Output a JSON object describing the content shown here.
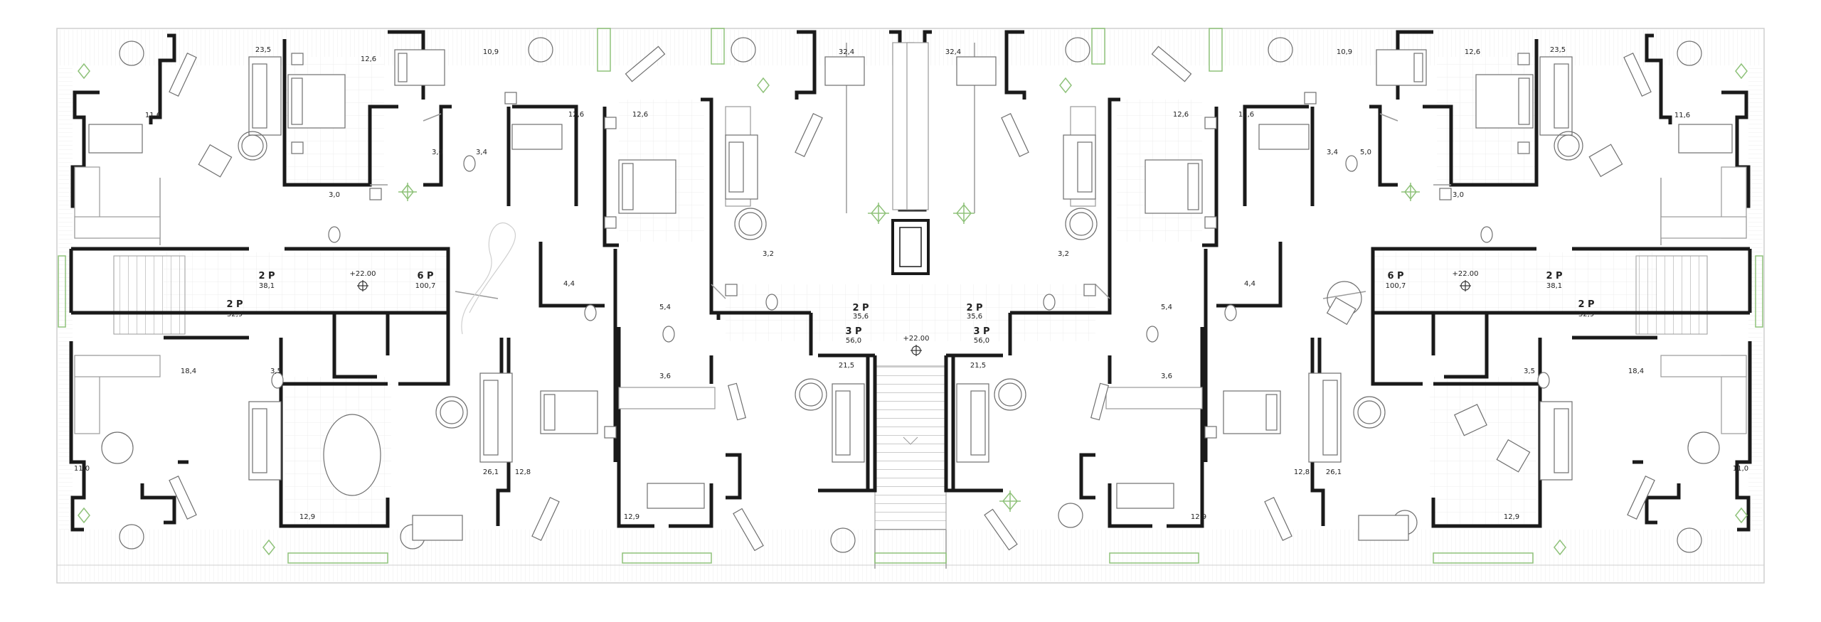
{
  "colors": {
    "wall": "#1a1a1a",
    "thin": "#9a9a9a",
    "light": "#cfcfcf",
    "plant": "#8fc27a",
    "tile": "#e6e6e6",
    "paper": "#ffffff"
  },
  "icons": [
    "bed-icon",
    "sofa-icon",
    "round-table-icon",
    "armchair-icon",
    "dining-table-icon",
    "toilet-icon",
    "sink-icon",
    "stair-icon",
    "tree-icon",
    "elevator-icon",
    "level-marker-icon"
  ],
  "units": [
    {
      "label": "2 P",
      "area": "38,1"
    },
    {
      "label": "2 P",
      "area": "32,9"
    },
    {
      "label": "6 P",
      "area": "100,7"
    },
    {
      "label": "2 P",
      "area": "35,6"
    },
    {
      "label": "3 P",
      "area": "56,0"
    },
    {
      "label": "2 P",
      "area": "35,6"
    },
    {
      "label": "3 P",
      "area": "56,0"
    },
    {
      "label": "6 P",
      "area": "100,7"
    },
    {
      "label": "2 P",
      "area": "38,1"
    },
    {
      "label": "2 P",
      "area": "32,9"
    }
  ],
  "levels": [
    "+22.00",
    "+22.00",
    "+22.00"
  ],
  "rooms": [
    "23,5",
    "12,6",
    "10,9",
    "11,6",
    "12,6",
    "12,6",
    "32,4",
    "32,4",
    "12,6",
    "12,6",
    "10,9",
    "12,6",
    "23,5",
    "11,6",
    "3,0",
    "3,4",
    "3,0",
    "3,4",
    "5,0",
    "3,0",
    "3,2",
    "3,2",
    "4,4",
    "4,4",
    "5,4",
    "5,4",
    "3,5",
    "3,6",
    "3,6",
    "3,5",
    "18,4",
    "18,4",
    "21,5",
    "21,5",
    "11,0",
    "11,0",
    "26,1",
    "12,8",
    "12,8",
    "26,1",
    "12,9",
    "12,9",
    "12,9",
    "12,9"
  ]
}
